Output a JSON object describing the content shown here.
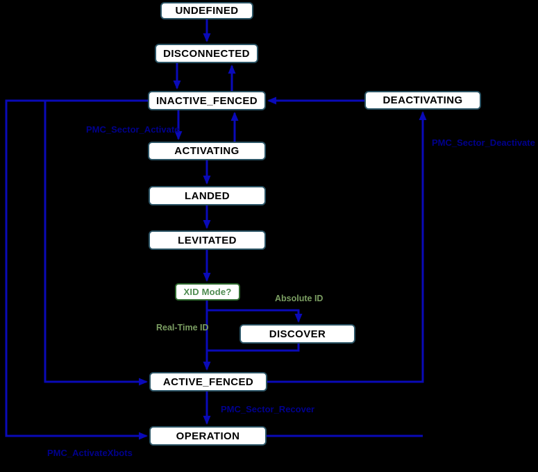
{
  "diagram_type": "state-machine",
  "colors": {
    "background": "#000000",
    "node_fill": "#ffffff",
    "node_border": "#2c5566",
    "node_text": "#000000",
    "arrow": "#0a0ab8",
    "event_label": "#00008b",
    "decision_border": "#2f6b2f",
    "decision_text": "#4e8b50",
    "branch_label": "#7b9e62"
  },
  "nodes": {
    "undefined": "UNDEFINED",
    "disconnected": "DISCONNECTED",
    "inactive_fenced": "INACTIVE_FENCED",
    "deactivating": "DEACTIVATING",
    "activating": "ACTIVATING",
    "landed": "LANDED",
    "levitated": "LEVITATED",
    "xid_mode": "XID Mode?",
    "discover": "DISCOVER",
    "active_fenced": "ACTIVE_FENCED",
    "operation": "OPERATION"
  },
  "labels": {
    "pmc_sector_activate": "PMC_Sector_Activate",
    "pmc_sector_deactivate": "PMC_Sector_Deactivate",
    "absolute_id": "Absolute ID",
    "real_time_id": "Real-Time ID",
    "pmc_sector_recover": "PMC_Sector_Recover",
    "pmc_activate_xbots": "PMC_ActivateXbots"
  },
  "edges": [
    {
      "from": "UNDEFINED",
      "to": "DISCONNECTED",
      "label": ""
    },
    {
      "from": "DISCONNECTED",
      "to": "INACTIVE_FENCED",
      "label": ""
    },
    {
      "from": "INACTIVE_FENCED",
      "to": "DISCONNECTED",
      "label": ""
    },
    {
      "from": "DEACTIVATING",
      "to": "INACTIVE_FENCED",
      "label": ""
    },
    {
      "from": "INACTIVE_FENCED",
      "to": "ACTIVATING",
      "label": "PMC_Sector_Activate"
    },
    {
      "from": "ACTIVATING",
      "to": "INACTIVE_FENCED",
      "label": ""
    },
    {
      "from": "ACTIVATING",
      "to": "LANDED",
      "label": ""
    },
    {
      "from": "LANDED",
      "to": "LEVITATED",
      "label": ""
    },
    {
      "from": "LEVITATED",
      "to": "XID Mode?",
      "label": ""
    },
    {
      "from": "XID Mode?",
      "to": "DISCOVER",
      "label": "Absolute ID"
    },
    {
      "from": "XID Mode?",
      "to": "ACTIVE_FENCED",
      "label": "Real-Time ID"
    },
    {
      "from": "DISCOVER",
      "to": "ACTIVE_FENCED",
      "label": ""
    },
    {
      "from": "ACTIVE_FENCED",
      "to": "OPERATION",
      "label": "PMC_Sector_Recover"
    },
    {
      "from": "INACTIVE_FENCED",
      "to": "ACTIVE_FENCED",
      "label": ""
    },
    {
      "from": "INACTIVE_FENCED",
      "to": "OPERATION",
      "label": "PMC_ActivateXbots"
    },
    {
      "from": "ACTIVE_FENCED",
      "to": "DEACTIVATING",
      "label": "PMC_Sector_Deactivate"
    },
    {
      "from": "OPERATION",
      "to": "DEACTIVATING",
      "label": ""
    }
  ]
}
